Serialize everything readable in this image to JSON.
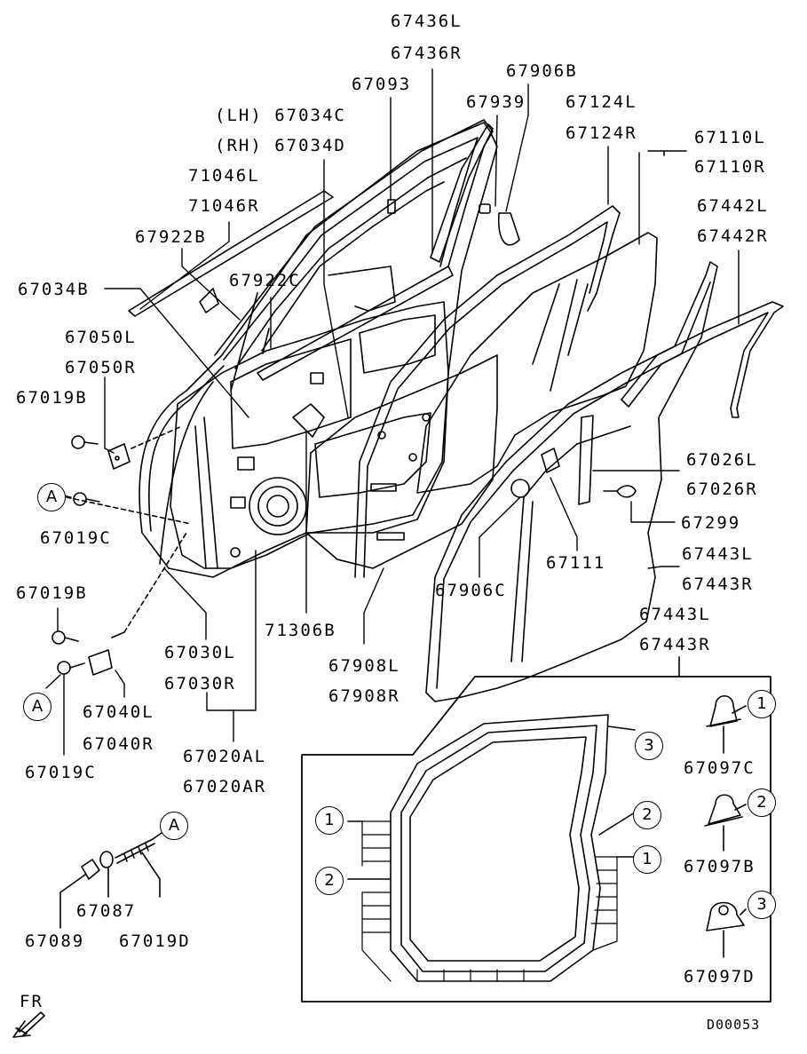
{
  "labels": {
    "p67436L": "67436L",
    "p67436R": "67436R",
    "p67906B": "67906B",
    "p67093": "67093",
    "p67939": "67939",
    "p67124L": "67124L",
    "p67124R": "67124R",
    "p67034C": "(LH) 67034C",
    "p67034D": "(RH) 67034D",
    "p67110L": "67110L",
    "p67110R": "67110R",
    "p71046L": "71046L",
    "p71046R": "71046R",
    "p67442L": "67442L",
    "p67442R": "67442R",
    "p67922B": "67922B",
    "p67922C": "67922C",
    "p67034B": "67034B",
    "p67050L": "67050L",
    "p67050R": "67050R",
    "p67019B_a": "67019B",
    "p67019C_a": "67019C",
    "p67026L": "67026L",
    "p67026R": "67026R",
    "p67299": "67299",
    "p67111": "67111",
    "p67443L_a": "67443L",
    "p67443R_a": "67443R",
    "p67906C": "67906C",
    "p67019B_b": "67019B",
    "p71306B": "71306B",
    "p67030L": "67030L",
    "p67030R": "67030R",
    "p67908L": "67908L",
    "p67908R": "67908R",
    "p67443L_b": "67443L",
    "p67443R_b": "67443R",
    "p67040L": "67040L",
    "p67040R": "67040R",
    "p67020AL": "67020AL",
    "p67020AR": "67020AR",
    "p67019C_b": "67019C",
    "p67097C": "67097C",
    "p67097B": "67097B",
    "p67097D": "67097D",
    "p67087": "67087",
    "p67089": "67089",
    "p67019D": "67019D",
    "fr": "FR",
    "code": "D00053"
  },
  "callouts": {
    "a1": "A",
    "a2": "A",
    "a3": "A",
    "c1": "1",
    "c2": "2",
    "c3": "3",
    "c4": "1",
    "c5": "2",
    "c6": "3",
    "c7": "2",
    "c8": "1"
  }
}
